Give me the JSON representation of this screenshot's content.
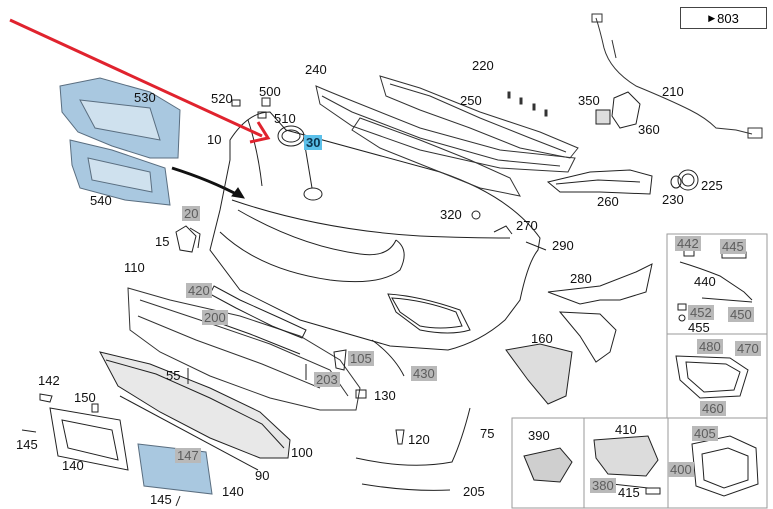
{
  "reference": {
    "arrow": "▶",
    "page": "803"
  },
  "highlight_color": "#5bc0ea",
  "pointer_color": "#e0232e",
  "labels": [
    {
      "id": "530",
      "text": "530",
      "style": "plain"
    },
    {
      "id": "540",
      "text": "540",
      "style": "plain"
    },
    {
      "id": "520",
      "text": "520",
      "style": "plain"
    },
    {
      "id": "500",
      "text": "500",
      "style": "plain"
    },
    {
      "id": "510",
      "text": "510",
      "style": "plain"
    },
    {
      "id": "10",
      "text": "10",
      "style": "plain"
    },
    {
      "id": "30",
      "text": "30",
      "style": "highlight"
    },
    {
      "id": "240",
      "text": "240",
      "style": "plain"
    },
    {
      "id": "220",
      "text": "220",
      "style": "plain"
    },
    {
      "id": "250",
      "text": "250",
      "style": "plain"
    },
    {
      "id": "210",
      "text": "210",
      "style": "plain"
    },
    {
      "id": "350",
      "text": "350",
      "style": "plain"
    },
    {
      "id": "360",
      "text": "360",
      "style": "plain"
    },
    {
      "id": "225",
      "text": "225",
      "style": "plain"
    },
    {
      "id": "230",
      "text": "230",
      "style": "plain"
    },
    {
      "id": "260",
      "text": "260",
      "style": "plain"
    },
    {
      "id": "20",
      "text": "20",
      "style": "gray"
    },
    {
      "id": "15",
      "text": "15",
      "style": "plain"
    },
    {
      "id": "320",
      "text": "320",
      "style": "plain"
    },
    {
      "id": "270",
      "text": "270",
      "style": "plain"
    },
    {
      "id": "290",
      "text": "290",
      "style": "plain"
    },
    {
      "id": "110",
      "text": "110",
      "style": "plain"
    },
    {
      "id": "420",
      "text": "420",
      "style": "gray"
    },
    {
      "id": "280",
      "text": "280",
      "style": "plain"
    },
    {
      "id": "200",
      "text": "200",
      "style": "gray"
    },
    {
      "id": "160",
      "text": "160",
      "style": "plain"
    },
    {
      "id": "105",
      "text": "105",
      "style": "gray"
    },
    {
      "id": "55",
      "text": "55",
      "style": "plain"
    },
    {
      "id": "203",
      "text": "203",
      "style": "gray"
    },
    {
      "id": "430",
      "text": "430",
      "style": "gray"
    },
    {
      "id": "142",
      "text": "142",
      "style": "plain"
    },
    {
      "id": "150",
      "text": "150",
      "style": "plain"
    },
    {
      "id": "130",
      "text": "130",
      "style": "plain"
    },
    {
      "id": "145a",
      "text": "145",
      "style": "plain"
    },
    {
      "id": "120",
      "text": "120",
      "style": "plain"
    },
    {
      "id": "75",
      "text": "75",
      "style": "plain"
    },
    {
      "id": "100",
      "text": "100",
      "style": "plain"
    },
    {
      "id": "140a",
      "text": "140",
      "style": "plain"
    },
    {
      "id": "147",
      "text": "147",
      "style": "gray"
    },
    {
      "id": "90",
      "text": "90",
      "style": "plain"
    },
    {
      "id": "140b",
      "text": "140",
      "style": "plain"
    },
    {
      "id": "145b",
      "text": "145",
      "style": "plain"
    },
    {
      "id": "205",
      "text": "205",
      "style": "plain"
    },
    {
      "id": "442",
      "text": "442",
      "style": "gray"
    },
    {
      "id": "445",
      "text": "445",
      "style": "gray"
    },
    {
      "id": "440",
      "text": "440",
      "style": "plain"
    },
    {
      "id": "452",
      "text": "452",
      "style": "gray"
    },
    {
      "id": "450",
      "text": "450",
      "style": "gray"
    },
    {
      "id": "455",
      "text": "455",
      "style": "plain"
    },
    {
      "id": "480",
      "text": "480",
      "style": "gray"
    },
    {
      "id": "470",
      "text": "470",
      "style": "gray"
    },
    {
      "id": "460",
      "text": "460",
      "style": "gray"
    },
    {
      "id": "390",
      "text": "390",
      "style": "plain"
    },
    {
      "id": "410",
      "text": "410",
      "style": "plain"
    },
    {
      "id": "405",
      "text": "405",
      "style": "gray"
    },
    {
      "id": "400",
      "text": "400",
      "style": "gray"
    },
    {
      "id": "380",
      "text": "380",
      "style": "gray"
    },
    {
      "id": "415",
      "text": "415",
      "style": "plain"
    }
  ]
}
